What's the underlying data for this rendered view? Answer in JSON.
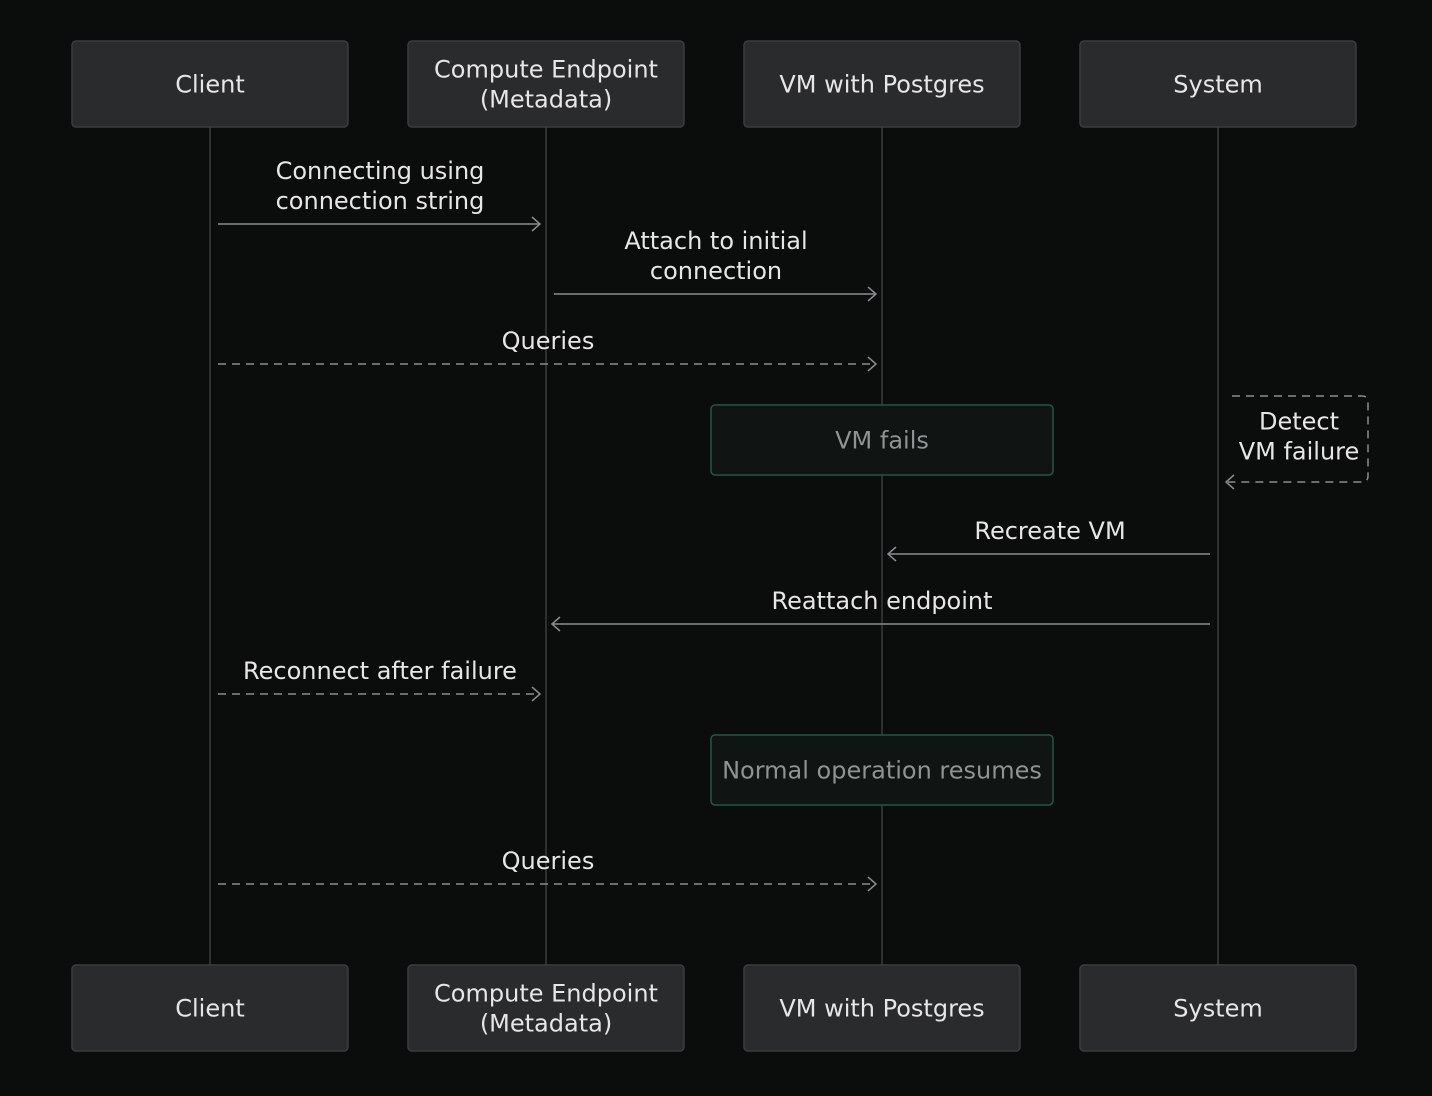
{
  "colors": {
    "background": "#0b0c0c",
    "actor_fill": "#2a2b2d",
    "actor_stroke": "#3c3d40",
    "lifeline": "#3a3b3d",
    "text": "#e6e6e6",
    "arrow": "#8a8b8d",
    "note_stroke": "#1f5a43",
    "note_fill": "#101413",
    "note_text": "#8f9392"
  },
  "participants": [
    {
      "id": "client",
      "lines": [
        "Client"
      ]
    },
    {
      "id": "compute",
      "lines": [
        "Compute Endpoint",
        "(Metadata)"
      ]
    },
    {
      "id": "vm",
      "lines": [
        "VM with Postgres"
      ]
    },
    {
      "id": "system",
      "lines": [
        "System"
      ]
    }
  ],
  "messages": [
    {
      "id": "connect",
      "from": "client",
      "to": "compute",
      "style": "solid",
      "lines": [
        "Connecting using",
        "connection string"
      ]
    },
    {
      "id": "attach",
      "from": "compute",
      "to": "vm",
      "style": "solid",
      "lines": [
        "Attach to initial",
        "connection"
      ]
    },
    {
      "id": "queries-1",
      "from": "client",
      "to": "vm",
      "style": "dashed",
      "lines": [
        "Queries"
      ]
    },
    {
      "id": "vm-fails",
      "type": "note",
      "over": "vm",
      "lines": [
        "VM fails"
      ]
    },
    {
      "id": "detect",
      "type": "self",
      "on": "system",
      "style": "dashed",
      "lines": [
        "Detect",
        "VM failure"
      ]
    },
    {
      "id": "recreate",
      "from": "system",
      "to": "vm",
      "style": "solid",
      "lines": [
        "Recreate VM"
      ]
    },
    {
      "id": "reattach",
      "from": "system",
      "to": "compute",
      "style": "solid",
      "lines": [
        "Reattach endpoint"
      ]
    },
    {
      "id": "reconnect",
      "from": "client",
      "to": "compute",
      "style": "dashed",
      "lines": [
        "Reconnect after failure"
      ]
    },
    {
      "id": "resumes",
      "type": "note",
      "over": "vm",
      "lines": [
        "Normal operation resumes"
      ]
    },
    {
      "id": "queries-2",
      "from": "client",
      "to": "vm",
      "style": "dashed",
      "lines": [
        "Queries"
      ]
    }
  ]
}
